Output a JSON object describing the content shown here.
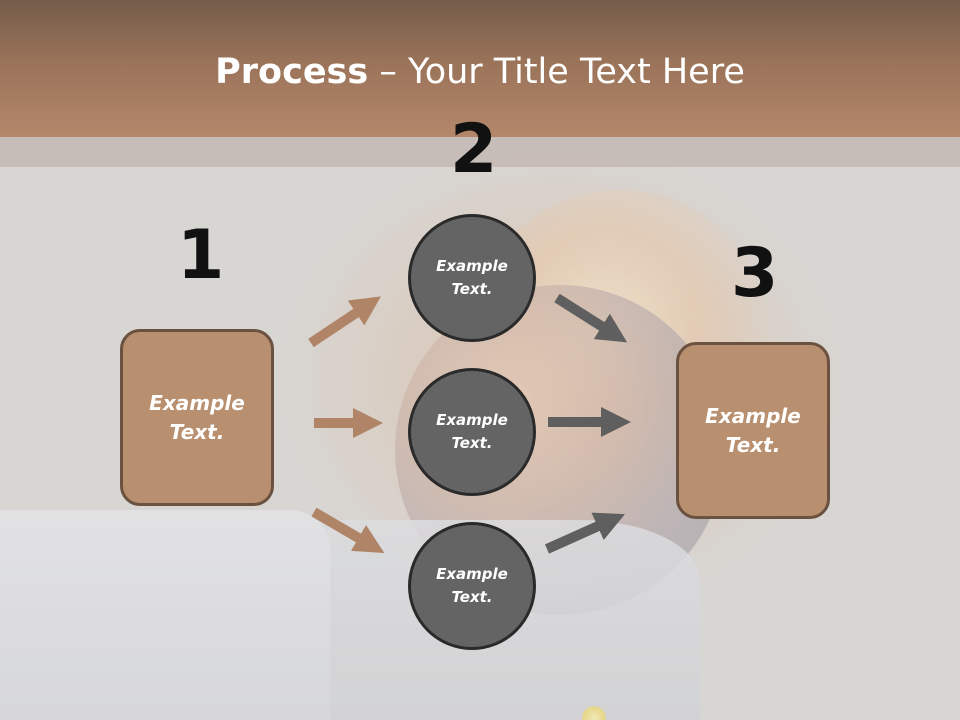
{
  "title": {
    "bold": "Process",
    "rest": " – Your Title Text Here"
  },
  "steps": {
    "one": "1",
    "two": "2",
    "three": "3"
  },
  "left_box": {
    "text": "Example\nText."
  },
  "right_box": {
    "text": "Example\nText."
  },
  "circles": [
    {
      "text": "Example\nText."
    },
    {
      "text": "Example\nText."
    },
    {
      "text": "Example\nText."
    }
  ],
  "colors": {
    "title_band": "#9a7359",
    "box_fill": "#b88f6f",
    "box_border": "#6b5140",
    "circle_fill": "#646464",
    "brown_arrow": "#b08466",
    "gray_arrow": "#5f5f5f"
  },
  "icons": [
    "arrow-icon"
  ]
}
